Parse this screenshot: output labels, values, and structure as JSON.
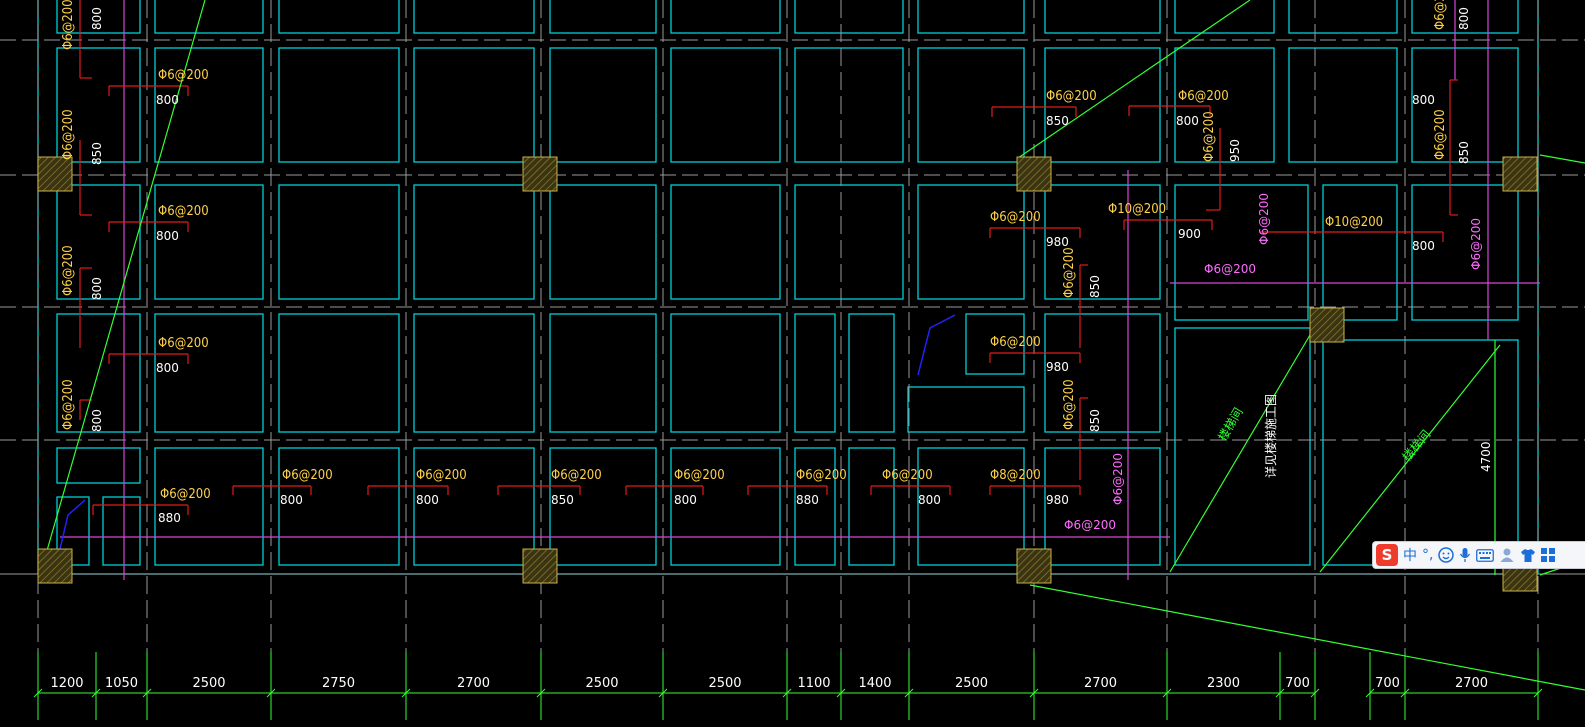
{
  "drawing": {
    "colors": {
      "background": "#000000",
      "room_outline": "#00cfd6",
      "grid_line": "#a0a0a0",
      "label_yellow": "#ffd24a",
      "label_magenta": "#ff6bff",
      "leader_red": "#e01c1c",
      "diagonal_green": "#33ff33",
      "column_fill": "#3a3412"
    },
    "labels": {
      "rebar_06": "Φ6@200",
      "rebar_06_b": "Φ6@200",
      "rebar_08": "Φ8@200",
      "rebar_10": "Φ10@200",
      "num_800": "800",
      "num_850": "850",
      "num_880": "880",
      "num_900": "900",
      "num_950": "950",
      "num_980": "980",
      "stair_a": "楼梯间",
      "stair_b": "楼梯间",
      "stair_note": "详见楼梯施工图",
      "height_4700": "4700"
    },
    "dimensions": [
      "1200",
      "1050",
      "2500",
      "2750",
      "2700",
      "2500",
      "2500",
      "1100",
      "1400",
      "2500",
      "2700",
      "2300",
      "700",
      "700",
      "2700"
    ]
  },
  "ime_toolbar": {
    "logo": "S",
    "lang": "中",
    "punct": "°,",
    "emoji_icon": "smiley-icon",
    "voice_icon": "microphone-icon",
    "keyboard_icon": "keyboard-icon",
    "user_icon": "user-icon",
    "skin_icon": "shirt-icon",
    "grid_icon": "grid-icon"
  }
}
